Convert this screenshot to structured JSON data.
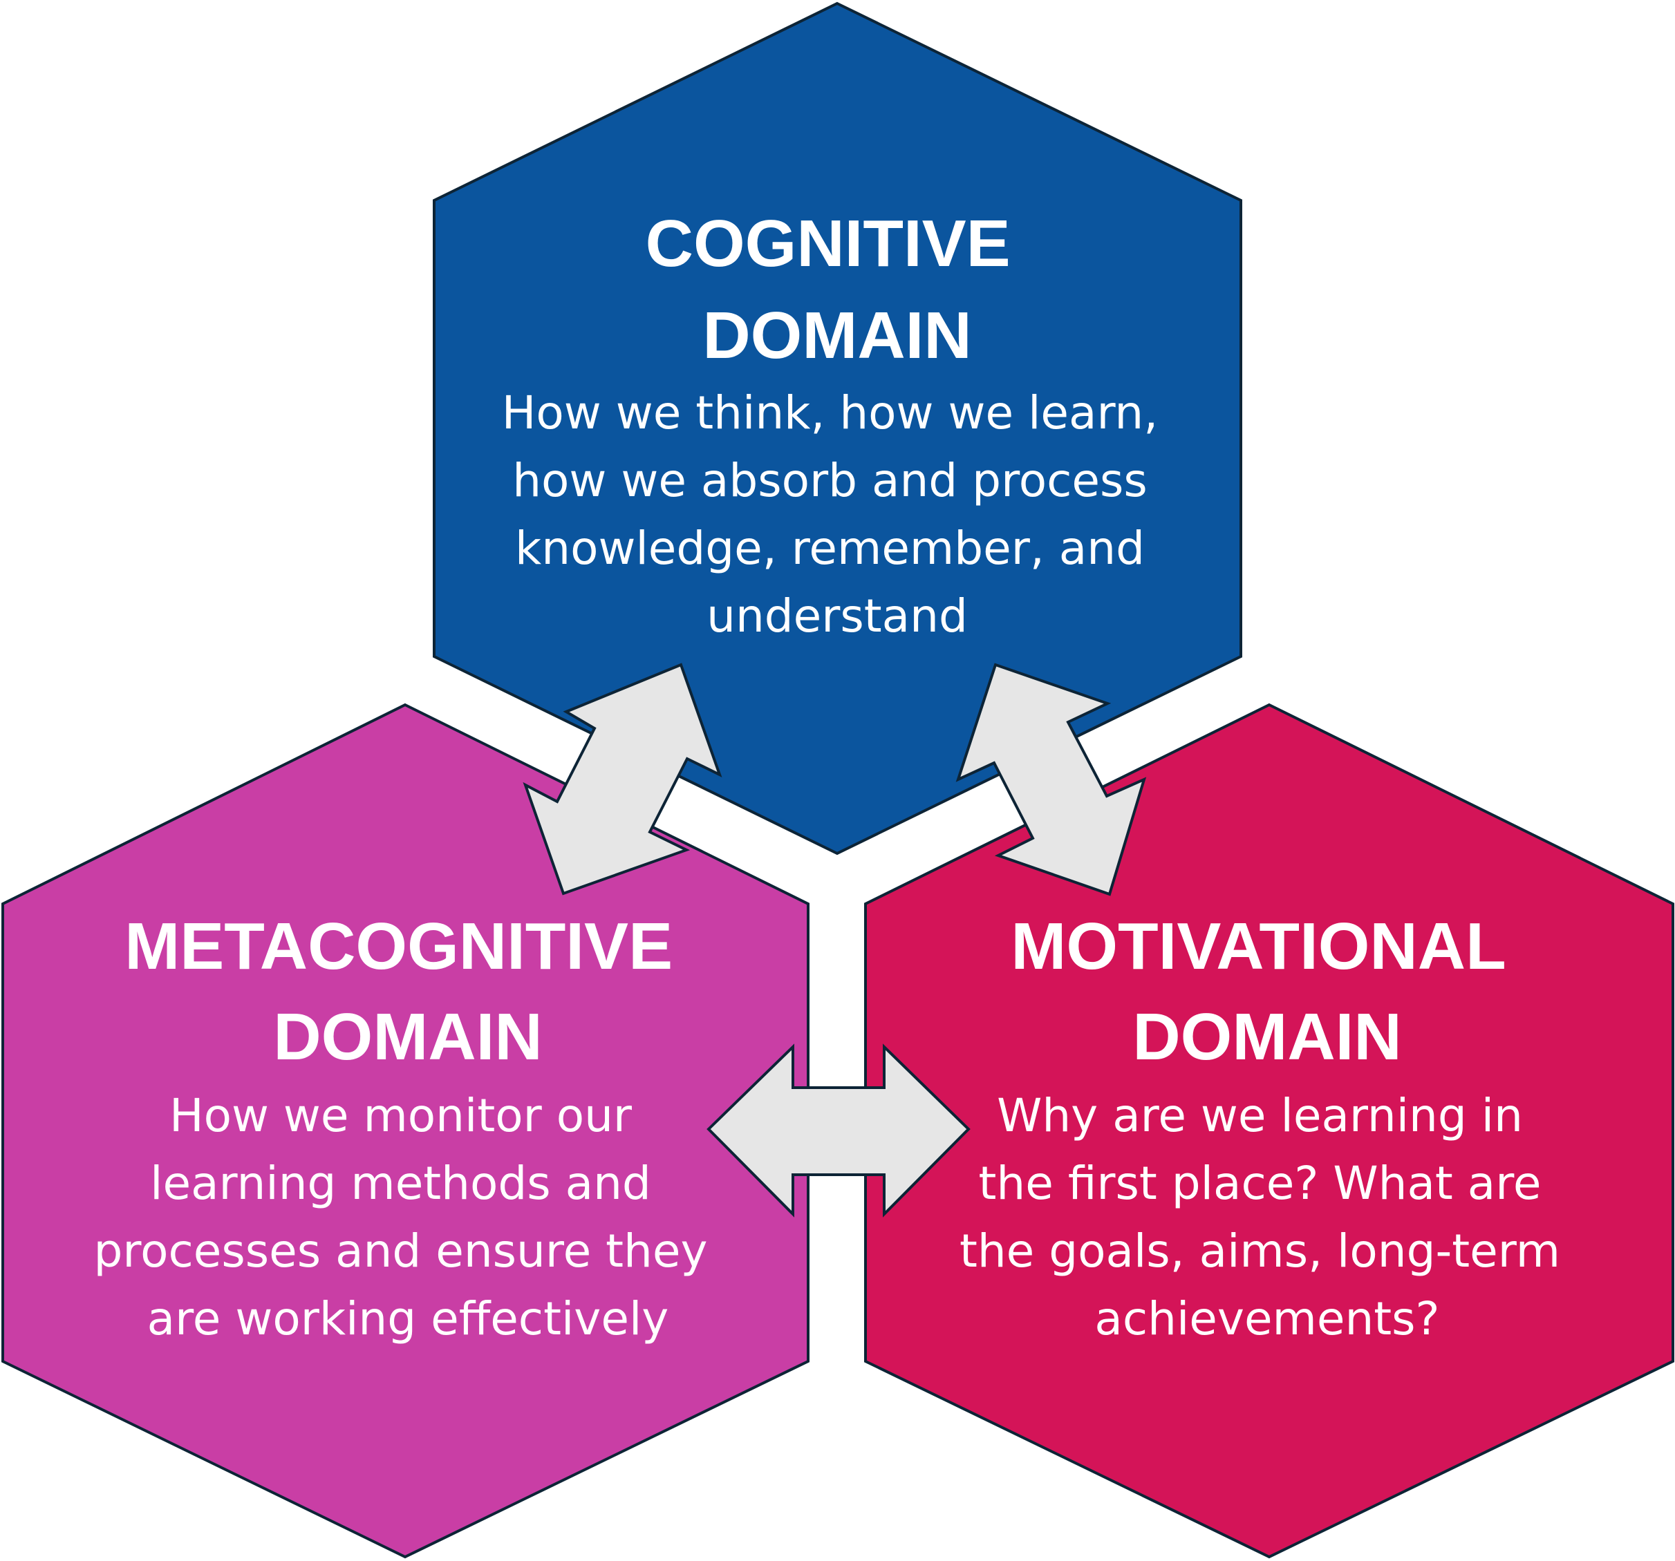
{
  "colors": {
    "cognitive": "#0b559e",
    "metacognitive": "#c93ea5",
    "motivational": "#d41458",
    "arrow": "#e6e6e6",
    "outline": "#0d2436"
  },
  "domains": {
    "cognitive": {
      "title_lines": [
        "COGNITIVE",
        "DOMAIN"
      ],
      "text_lines": [
        "How we think, how we learn,",
        "how we absorb and process",
        "knowledge, remember, and",
        "understand"
      ]
    },
    "metacognitive": {
      "title_lines": [
        "METACOGNITIVE",
        "DOMAIN"
      ],
      "text_lines": [
        "How we monitor our",
        "learning methods and",
        "processes and ensure they",
        "are working effectively"
      ]
    },
    "motivational": {
      "title_lines": [
        "MOTIVATIONAL",
        "DOMAIN"
      ],
      "text_lines": [
        "Why are we learning in",
        "the first place? What are",
        "the goals, aims, long-term",
        "achievements?"
      ]
    }
  },
  "connectors": [
    {
      "from": "cognitive",
      "to": "metacognitive",
      "type": "double-arrow"
    },
    {
      "from": "cognitive",
      "to": "motivational",
      "type": "double-arrow"
    },
    {
      "from": "metacognitive",
      "to": "motivational",
      "type": "double-arrow"
    }
  ]
}
